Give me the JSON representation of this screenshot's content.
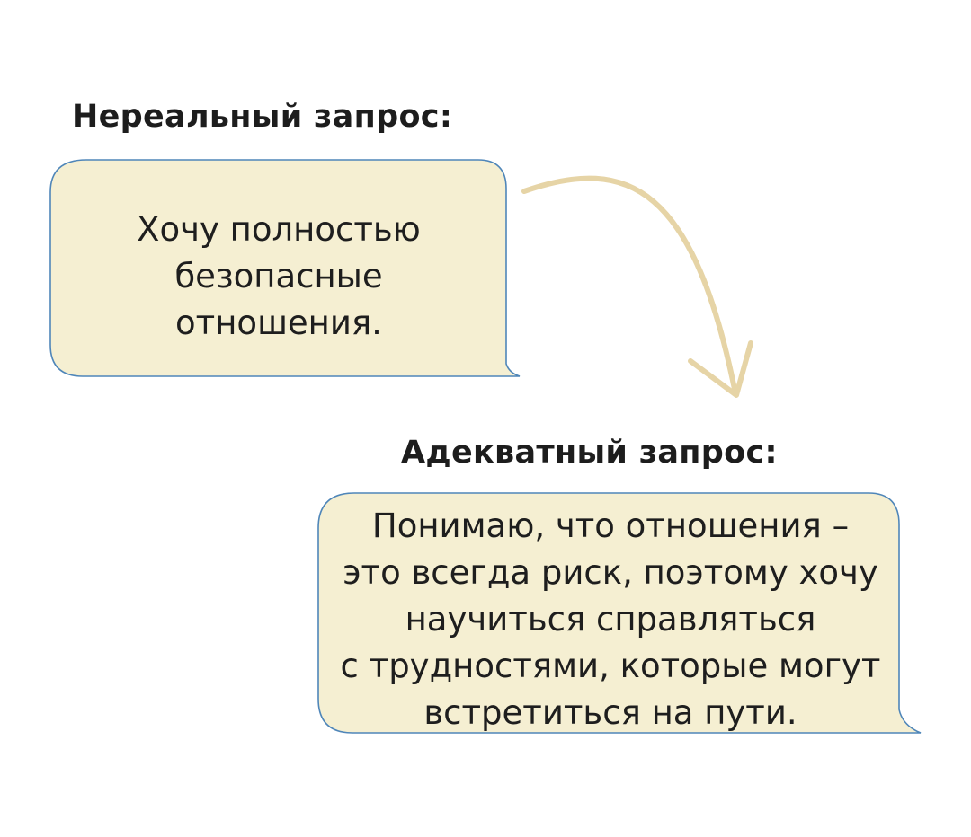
{
  "unreal_request": {
    "heading": "Нереальный запрос:",
    "lines": [
      "Хочу полностью",
      "безопасные",
      "отношения."
    ]
  },
  "adequate_request": {
    "heading": "Адекватный запрос:",
    "lines": [
      "Понимаю, что отношения –",
      "это всегда риск, поэтому хочу",
      "научиться справляться",
      "с трудностями, которые могут",
      "встретиться на пути."
    ]
  },
  "colors": {
    "bubble_fill": "#f5efd2",
    "bubble_stroke": "#4f86b9",
    "arrow": "#e6d4a6",
    "text": "#1e1e1e"
  }
}
